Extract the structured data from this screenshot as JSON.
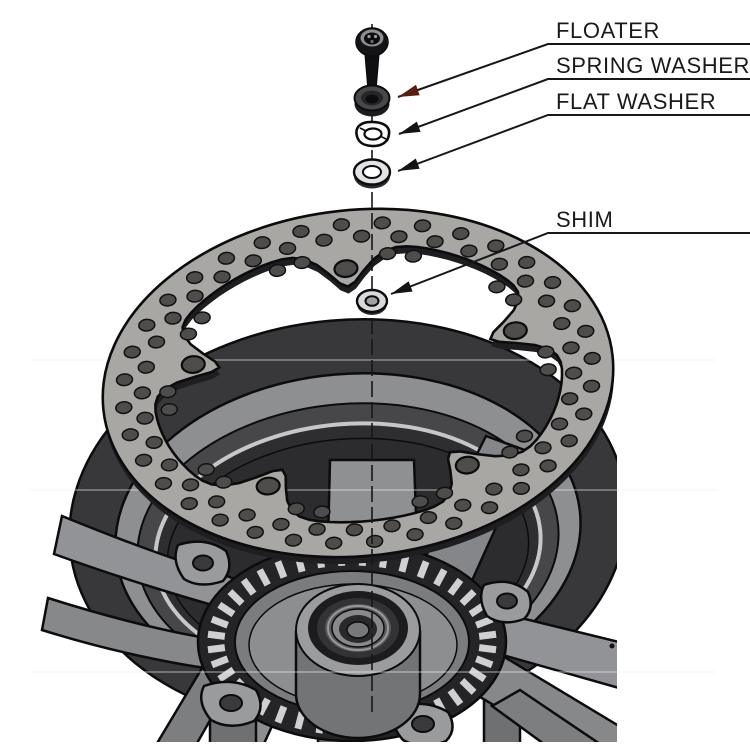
{
  "diagram": {
    "kind": "exploded-assembly-technical-illustration",
    "subject": "Floating brake disc mounting hardware on a motorcycle wheel hub",
    "background_color": "#ffffff",
    "line_color": "#1a1a1c",
    "labels": [
      {
        "id": "floater",
        "text": "FLOATER",
        "arrow_color": "#5c1d11"
      },
      {
        "id": "spring-washer",
        "text": "SPRING WASHER",
        "arrow_color": "#141416"
      },
      {
        "id": "flat-washer",
        "text": "FLAT WASHER",
        "arrow_color": "#141416"
      },
      {
        "id": "shim",
        "text": "SHIM",
        "arrow_color": "#141416"
      }
    ],
    "colors": {
      "disc_face": "#a9a7a3",
      "disc_hole": "#4e4d4b",
      "disc_edge_shadow": "#1e1e20",
      "tire": "#38383a",
      "rim_lip": "#8e8f91",
      "rim_well": "#47474a",
      "rim_highlight": "#c6c7c9",
      "spoke": "#929396",
      "hub_flange": "#7b7c7e",
      "tone_ring": "#242426",
      "tone_slot": "#cfd0d2",
      "bearing_dark": "#1c1c1e",
      "bolt": "#0f0f11"
    }
  }
}
